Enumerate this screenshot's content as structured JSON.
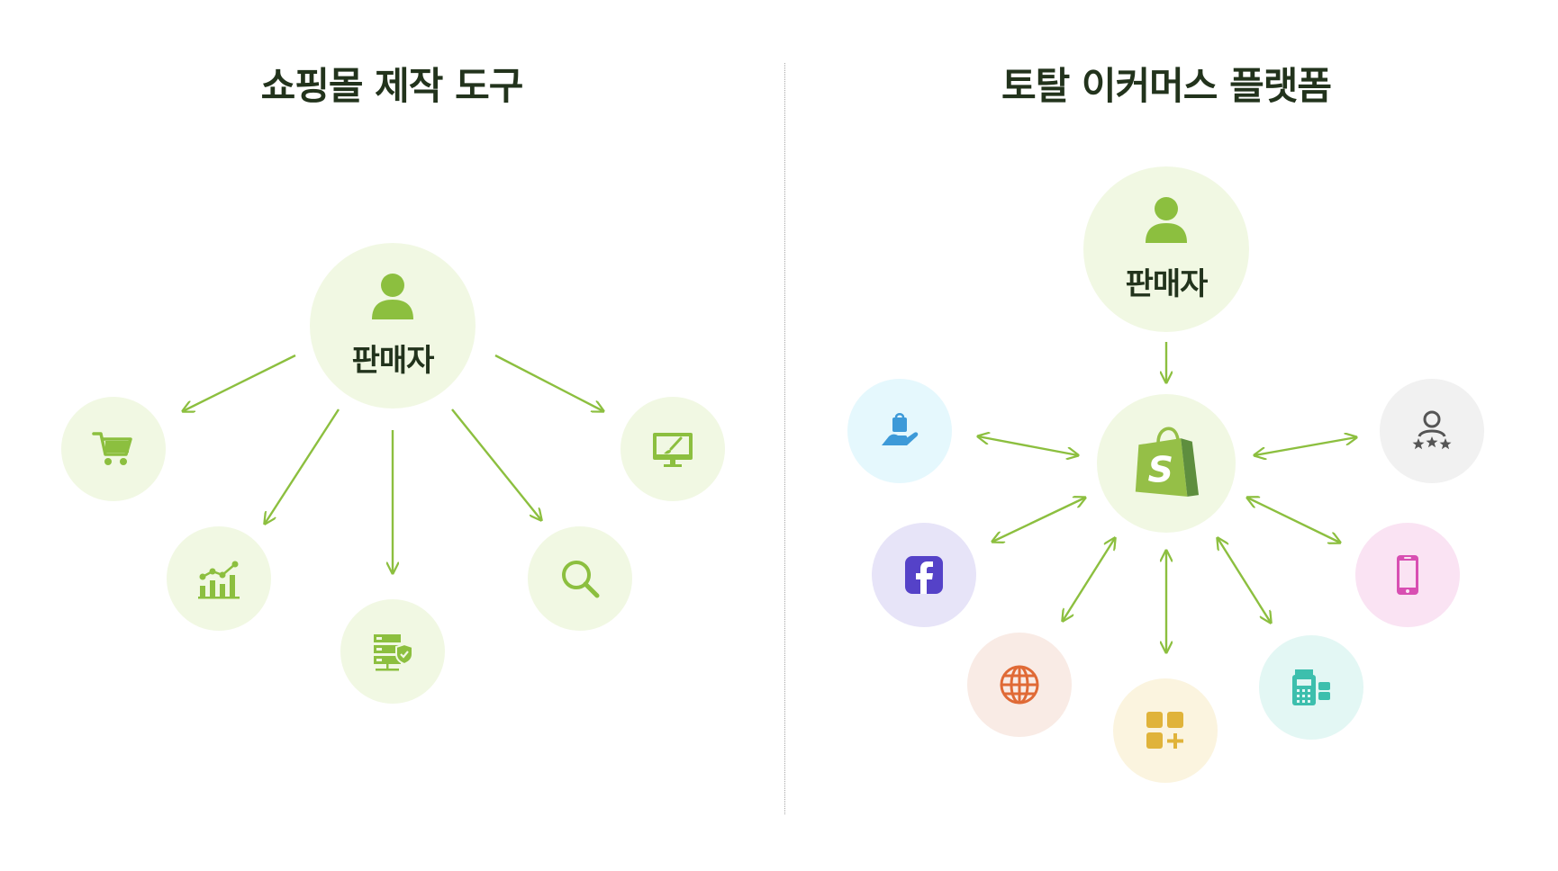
{
  "titles": {
    "left": "쇼핑몰 제작 도구",
    "right": "토탈 이커머스 플랫폼"
  },
  "seller_label": "판매자",
  "left_tools": [
    "shopping-cart-icon",
    "analytics-chart-icon",
    "secure-server-icon",
    "search-icon",
    "design-monitor-icon"
  ],
  "right_channels": [
    "hand-shopping-bag-icon",
    "facebook-icon",
    "globe-icon",
    "apps-grid-icon",
    "pos-terminal-icon",
    "mobile-phone-icon",
    "customer-review-icon"
  ],
  "center_logo": "shopify-bag-icon",
  "colors": {
    "accent_green": "#8cbf3f",
    "seller_bg": "#f1f8e3",
    "title_text": "#22331c"
  }
}
